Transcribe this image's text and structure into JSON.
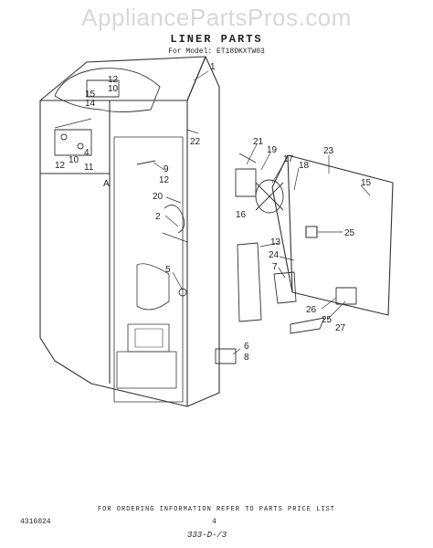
{
  "watermark": "AppliancePartsPros.com",
  "title": "LINER PARTS",
  "model_line": "For Model: ET18DKXTW03",
  "callouts": {
    "c1": "1",
    "c2": "2",
    "c4": "4",
    "c5": "5",
    "c6": "6",
    "c7": "7",
    "c8": "8",
    "c9": "9",
    "c10a": "10",
    "c10b": "10",
    "c11": "11",
    "c12a": "12",
    "c12b": "12",
    "c12c": "12",
    "c13": "13",
    "c14": "14",
    "c15a": "15",
    "c15b": "15",
    "c16": "16",
    "c17": "17",
    "c18": "18",
    "c19": "19",
    "c20": "20",
    "c21": "21",
    "c22": "22",
    "c23": "23",
    "c24": "24",
    "c25a": "25",
    "c25b": "25",
    "c26": "26",
    "c27": "27",
    "cA": "A"
  },
  "footer": {
    "ordering_note": "FOR ORDERING INFORMATION REFER TO PARTS PRICE LIST",
    "part_number": "4316024",
    "page": "4",
    "revision": "333-D-/3"
  }
}
